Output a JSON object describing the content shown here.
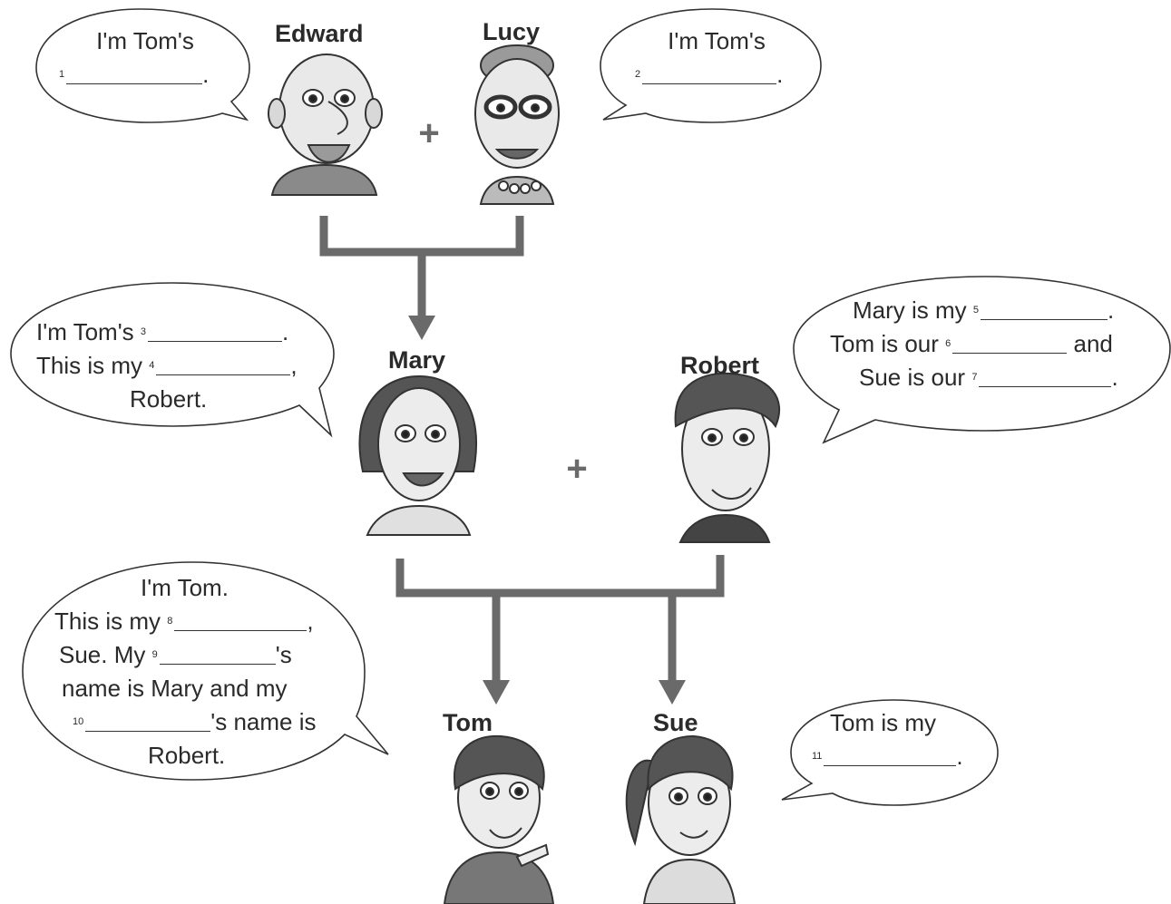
{
  "people": {
    "edward": "Edward",
    "lucy": "Lucy",
    "mary": "Mary",
    "robert": "Robert",
    "tom": "Tom",
    "sue": "Sue"
  },
  "plus_sign": "+",
  "bubbles": {
    "edward": {
      "line1": "I'm Tom's",
      "num1": "1",
      "end1": "."
    },
    "lucy": {
      "line1": "I'm Tom's",
      "num1": "2",
      "end1": "."
    },
    "mary": {
      "line1": "I'm Tom's",
      "num1": "3",
      "end1": ".",
      "line2": "This is my",
      "num2": "4",
      "end2": ",",
      "line3": "Robert."
    },
    "robert": {
      "line1": "Mary is my",
      "num1": "5",
      "end1": ".",
      "line2": "Tom is our",
      "num2": "6",
      "end2": "and",
      "line3": "Sue is our",
      "num3": "7",
      "end3": "."
    },
    "tom": {
      "line1": "I'm Tom.",
      "line2": "This is my",
      "num2": "8",
      "end2": ",",
      "line3a": "Sue. My",
      "num3": "9",
      "end3": "'s",
      "line4": "name is Mary and my",
      "num5": "10",
      "end5": "'s name is",
      "line6": "Robert."
    },
    "sue": {
      "line1": "Tom is my",
      "num2": "11",
      "end2": "."
    }
  }
}
